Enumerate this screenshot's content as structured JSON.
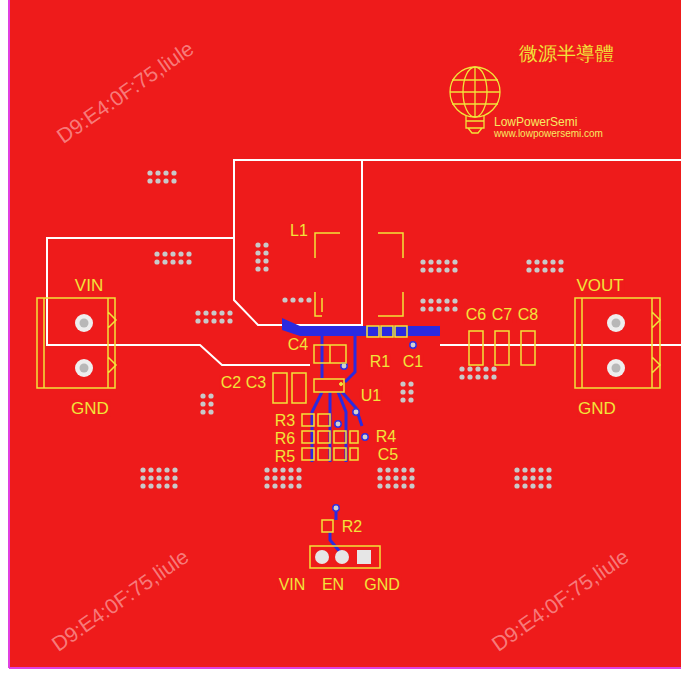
{
  "diagram": {
    "labels": [
      "微源半導體",
      "LowPowerSemi",
      "www.lowpowersemi.com",
      "L1",
      "VIN",
      "VOUT",
      "C4",
      "C6",
      "C7",
      "C8",
      "R1",
      "C1",
      "C2",
      "C3",
      "U1",
      "R3",
      "R4",
      "R6",
      "C5",
      "R5",
      "GND",
      "GND",
      "R2",
      "VIN",
      "EN",
      "GND",
      "D9:E4:0F:75,liule",
      "D9:E4:0F:75,liule",
      "D9:E4:0F:75,liule"
    ]
  }
}
